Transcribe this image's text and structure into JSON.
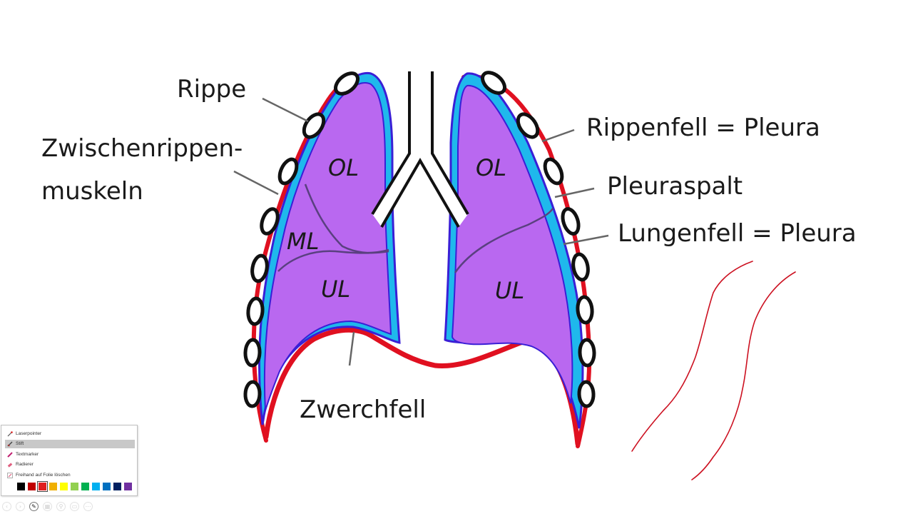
{
  "labels": {
    "rippe": "Rippe",
    "zwischen_line1": "Zwischenrippen-",
    "zwischen_line2": "muskeln",
    "rippenfell": "Rippenfell = Pleura",
    "pleuraspalt": "Pleuraspalt",
    "lungenfell": "Lungenfell = Pleura",
    "zwerchfell": "Zwerchfell"
  },
  "lobes": {
    "left_upper": "OL",
    "left_middle": "ML",
    "left_lower": "UL",
    "right_upper": "OL",
    "right_lower": "UL"
  },
  "colors": {
    "lung_fill": "#b968f0",
    "lung_outline": "#3a1fd6",
    "pleura_cyan": "#1fb8ec",
    "rib_pleura_red": "#e01020",
    "ink_red": "#cc1020",
    "rib_black": "#111111"
  },
  "pen_menu": {
    "items": [
      {
        "label": "Laserpointer",
        "icon": "laser-pointer-icon"
      },
      {
        "label": "Stift",
        "icon": "pen-icon",
        "selected": true
      },
      {
        "label": "Textmarker",
        "icon": "highlighter-icon"
      },
      {
        "label": "Radierer",
        "icon": "eraser-icon"
      },
      {
        "label": "Freihand auf Folie löschen",
        "icon": "erase-all-ink-icon"
      }
    ],
    "swatches": [
      "#000000",
      "#c00000",
      "#e02020",
      "#f0b000",
      "#ffff00",
      "#92d050",
      "#00b050",
      "#00b0f0",
      "#0070c0",
      "#002060",
      "#7030a0"
    ],
    "active_swatch": "#e02020"
  },
  "toolbar": {
    "buttons": [
      {
        "name": "previous-slide-button",
        "glyph": "‹"
      },
      {
        "name": "next-slide-button",
        "glyph": "›"
      },
      {
        "name": "pen-tool-button",
        "glyph": "✎",
        "active": true
      },
      {
        "name": "see-all-slides-button",
        "glyph": "▦"
      },
      {
        "name": "zoom-button",
        "glyph": "⚲"
      },
      {
        "name": "subtitles-button",
        "glyph": "▭"
      },
      {
        "name": "more-options-button",
        "glyph": "⋯"
      }
    ]
  }
}
